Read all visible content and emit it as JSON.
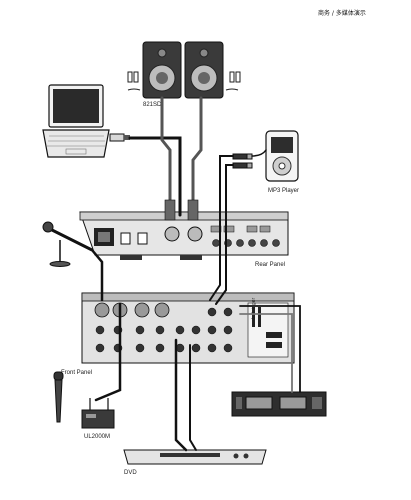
{
  "header": {
    "title": "商务 / 多媒体演示"
  },
  "labels": {
    "speaker": "821SD",
    "mp3": "MP3 Player",
    "rear_panel": "Rear Panel",
    "front_panel": "Front Panel",
    "wireless": "UL2000M",
    "dvd": "DVD",
    "brand": "behringer"
  },
  "icons": [
    "speaker-icon",
    "laptop-icon",
    "usb-plug-icon",
    "mp3-player-icon",
    "microphone-icon",
    "handheld-mic-icon",
    "wireless-receiver-icon",
    "mixer-rear-panel",
    "mixer-front-panel",
    "cassette-deck-icon",
    "dvd-player-icon"
  ]
}
